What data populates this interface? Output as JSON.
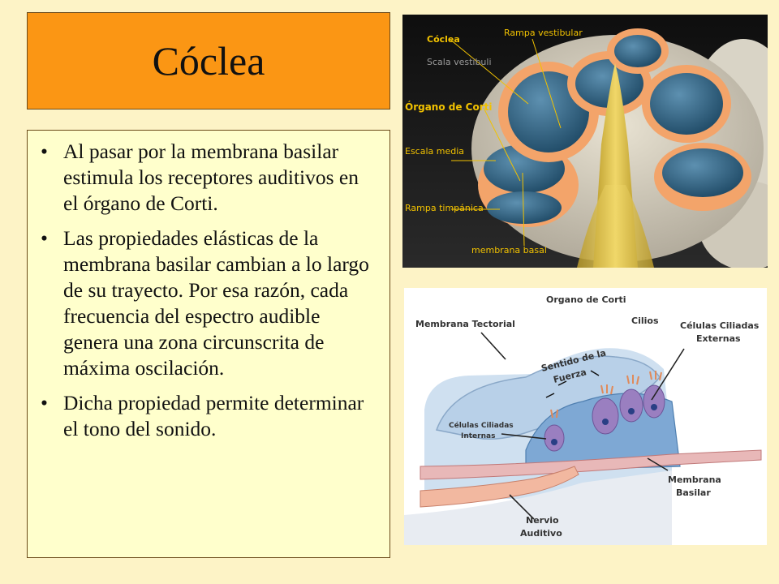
{
  "slide": {
    "title": "Cóclea",
    "bullets": [
      "Al pasar por la membrana basilar estimula los receptores auditivos en el órgano de Corti.",
      "Las propiedades elásticas de la membrana basilar cambian a lo largo de su trayecto. Por esa razón, cada frecuencia del espectro audible genera una zona circunscrita de máxima oscilación.",
      "Dicha propiedad permite determinar el tono del sonido."
    ],
    "bullet_symbol": "•"
  },
  "cochlea_image": {
    "labels": {
      "coclea": "Cóclea",
      "rampa_vestibular": "Rampa vestibular",
      "scala_vestibuli": "Scala vestibuli",
      "organo_corti": "Órgano de Corti",
      "escala_media": "Escala media",
      "rampa_timpanica": "Rampa timpánica",
      "membrana_basal": "membrana basal"
    }
  },
  "corti_image": {
    "title": "Organo de Corti",
    "labels": {
      "membrana_tectorial": "Membrana Tectorial",
      "cilios": "Cilios",
      "celulas_externas_1": "Células Ciliadas",
      "celulas_externas_2": "Externas",
      "sentido_1": "Sentido de la",
      "sentido_2": "Fuerza",
      "celulas_internas_1": "Células Ciliadas",
      "celulas_internas_2": "Internas",
      "membrana_basilar_1": "Membrana",
      "membrana_basilar_2": "Basilar",
      "nervio_1": "Nervio",
      "nervio_2": "Auditivo"
    }
  },
  "colors": {
    "background": "#fdf3c6",
    "title_bg": "#fb9614",
    "text_bg": "#ffffcc",
    "label_yellow": "#f2c200"
  }
}
